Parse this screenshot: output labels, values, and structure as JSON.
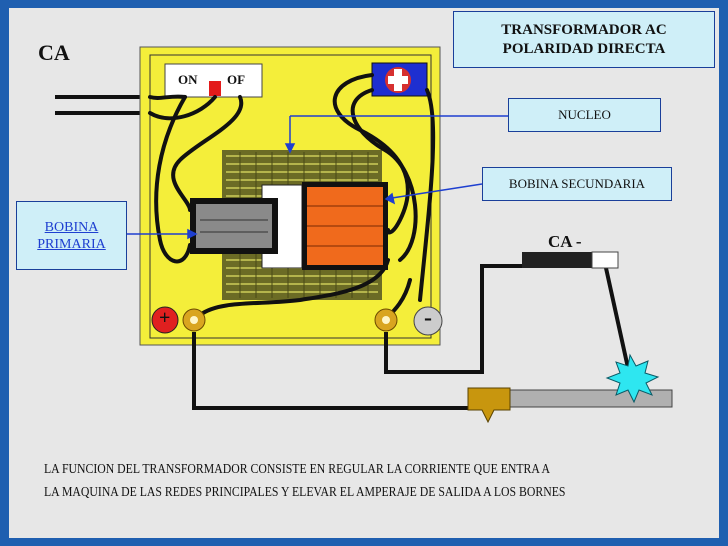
{
  "title": {
    "line1": "TRANSFORMADOR AC",
    "line2": "POLARIDAD DIRECTA"
  },
  "input_label": "CA",
  "switch": {
    "on": "ON",
    "off": "OF"
  },
  "labels": {
    "nucleo": "NUCLEO",
    "bobina_secundaria": "BOBINA SECUNDARIA",
    "bobina_primaria_1": "BOBINA",
    "bobina_primaria_2": "PRIMARIA",
    "output": "CA -"
  },
  "terminals": {
    "positive": "+",
    "negative": "-"
  },
  "caption": {
    "line1": "LA FUNCION DEL TRANSFORMADOR  CONSISTE  EN REGULAR  LA CORRIENTE  QUE ENTRA A",
    "line2": "LA MAQUINA DE LAS REDES PRINCIPALES Y ELEVAR EL AMPERAJE DE SALIDA A LOS BORNES"
  },
  "colors": {
    "panel": "#f4ee3a",
    "frame": "#1f5fb0",
    "secondary": "#f06a1c",
    "core": "#6a6a2a",
    "label_box": "#cfeff8"
  }
}
